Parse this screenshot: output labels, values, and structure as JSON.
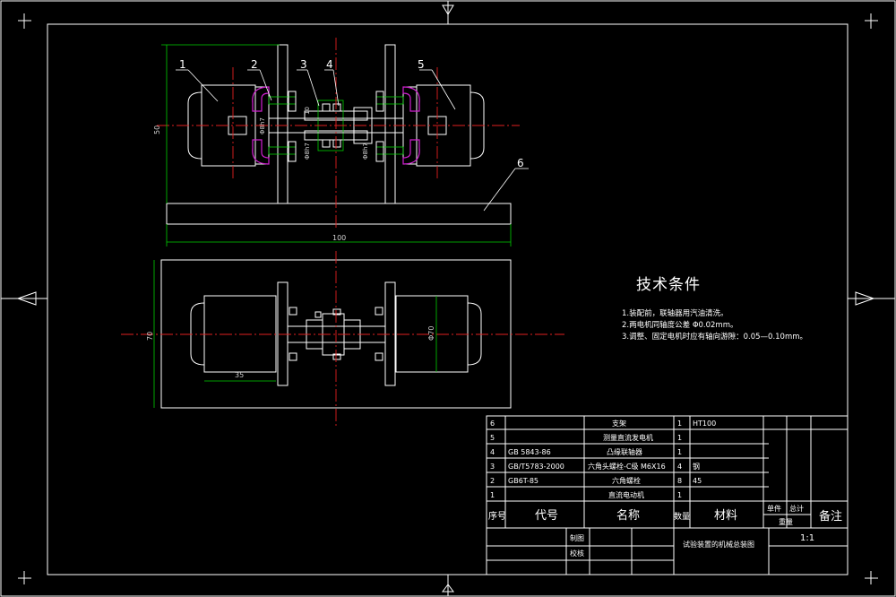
{
  "callouts": [
    "1",
    "2",
    "3",
    "4",
    "5",
    "6"
  ],
  "dimensions": {
    "height_top": "50",
    "length_top": "100",
    "height_plan": "70",
    "motor_len": "35",
    "motor_dia": "Φ70",
    "shaft_small": "10",
    "fit1": "Φ8h7",
    "fit2": "Φ8h7",
    "fit3": "Φ8h7"
  },
  "technical_requirements": {
    "title": "技术条件",
    "items": [
      "1.装配前，联轴器用汽油清洗。",
      "2.两电机同轴度公差 Φ0.02mm。",
      "3.调整、固定电机时应有轴向游隙：0.05—0.10mm。"
    ]
  },
  "bom": {
    "rows": [
      {
        "no": "6",
        "code": "",
        "name": "支架",
        "qty": "1",
        "material": "HT100"
      },
      {
        "no": "5",
        "code": "",
        "name": "测量直流发电机",
        "qty": "1",
        "material": ""
      },
      {
        "no": "4",
        "code": "GB 5843-86",
        "name": "凸缘联轴器",
        "qty": "1",
        "material": ""
      },
      {
        "no": "3",
        "code": "GB/T5783-2000",
        "name": "六角头螺栓-C级 M6X16",
        "qty": "4",
        "material": "钢"
      },
      {
        "no": "2",
        "code": "GB6T-85",
        "name": "六角螺栓",
        "qty": "8",
        "material": "45"
      },
      {
        "no": "1",
        "code": "",
        "name": "直流电动机",
        "qty": "1",
        "material": ""
      }
    ],
    "header": {
      "no": "序号",
      "code": "代号",
      "name": "名称",
      "qty": "数量",
      "material": "材料",
      "unit": "单件",
      "total": "总计",
      "weight": "重量",
      "remark": "备注"
    }
  },
  "title_block": {
    "drawn_label": "制图",
    "checked_label": "校核",
    "title": "试验装置的机械总装图",
    "scale": "1:1"
  }
}
